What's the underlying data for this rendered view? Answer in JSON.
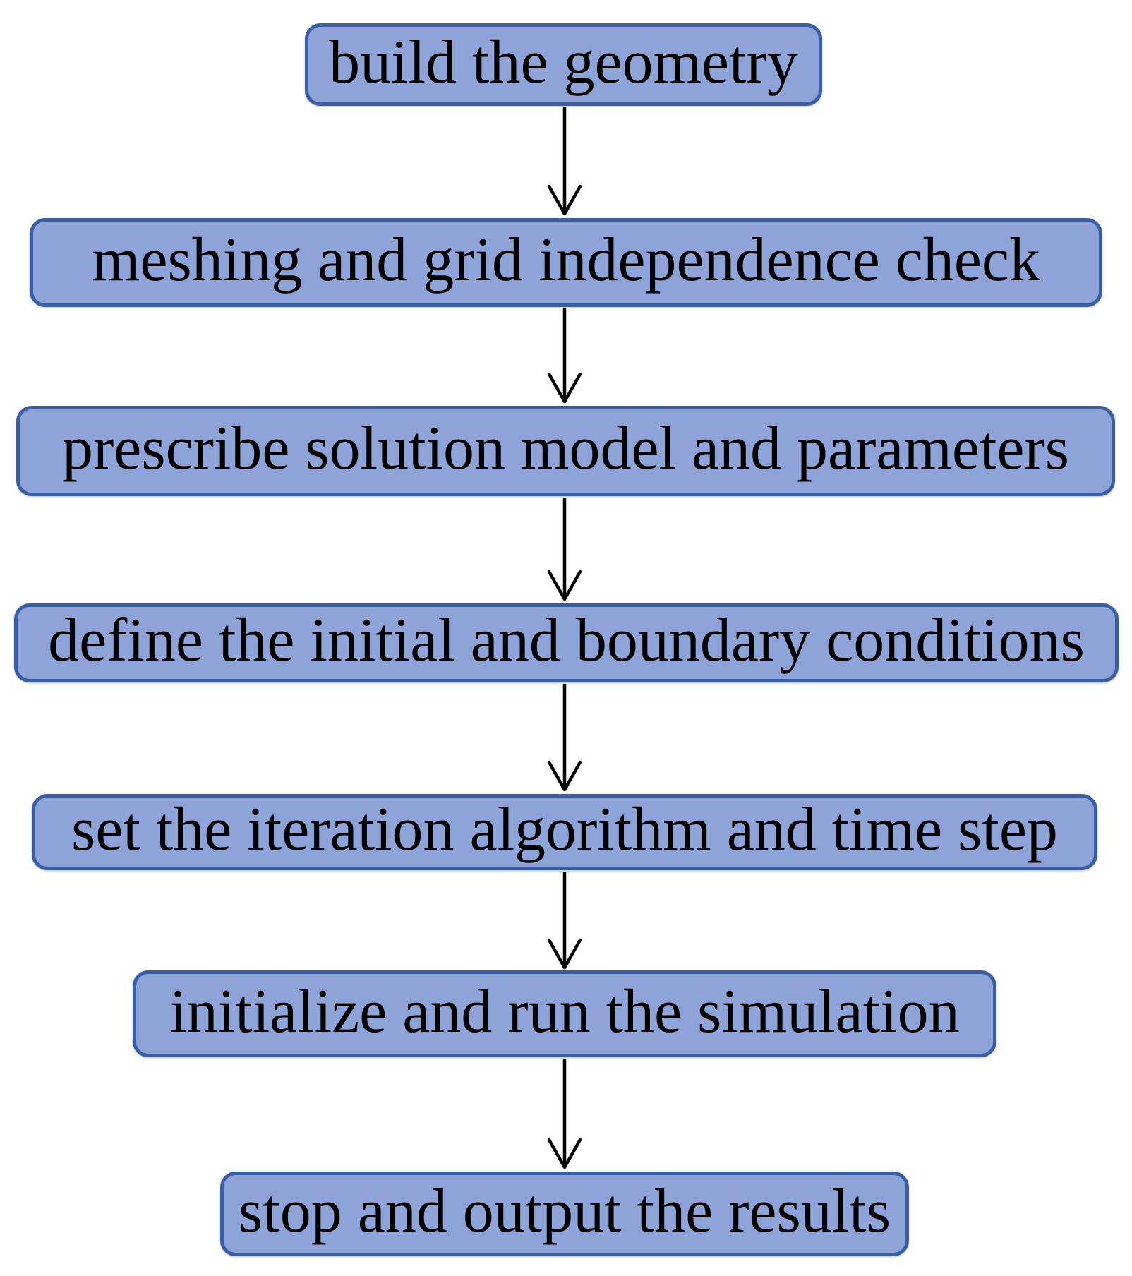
{
  "diagram": {
    "type": "flowchart",
    "direction": "top-down",
    "steps": [
      "build the geometry",
      "meshing and grid independence check",
      "prescribe solution model and parameters",
      "define the initial and boundary conditions",
      "set the iteration algorithm and time step",
      "initialize and run the simulation",
      "stop and output the results"
    ],
    "connections": [
      [
        0,
        1
      ],
      [
        1,
        2
      ],
      [
        2,
        3
      ],
      [
        3,
        4
      ],
      [
        4,
        5
      ],
      [
        5,
        6
      ]
    ],
    "colors": {
      "node_fill": "#8EA4D8",
      "node_border": "#3A5EA5",
      "arrow": "#000000",
      "text": "#000000",
      "background": "#FFFFFF"
    }
  }
}
